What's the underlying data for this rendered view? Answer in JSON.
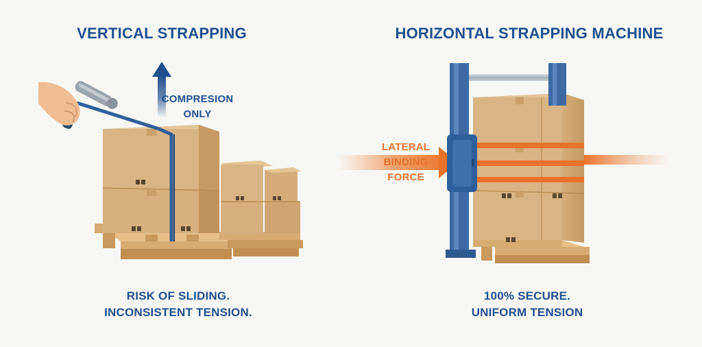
{
  "left": {
    "title": "VERTICAL STRAPPING",
    "callout": {
      "line1": "COMPRESION",
      "line2": "ONLY"
    },
    "caption": {
      "line1": "RISK OF SLIDING.",
      "line2": "INCONSISTENT TENSION."
    }
  },
  "right": {
    "title": "HORIZONTAL STRAPPING MACHINE",
    "callout": {
      "line1": "LATERAL",
      "line2": "BINDING",
      "line3": "FORCE"
    },
    "caption": {
      "line1": "100% SECURE.",
      "line2": "UNIFORM TENSION"
    }
  },
  "colors": {
    "heading_blue": "#1f4f8f",
    "strap_blue": "#2f5f9a",
    "force_orange": "#e9722a",
    "cardboard": "#d9b585",
    "pallet_wood": "#d8ab72",
    "machine_blue": "#3d6aa3"
  },
  "icons": [
    "up-arrow-icon",
    "hand-strapping-tool-icon",
    "lateral-force-arrow-icon",
    "box-handling-symbols-icon"
  ]
}
